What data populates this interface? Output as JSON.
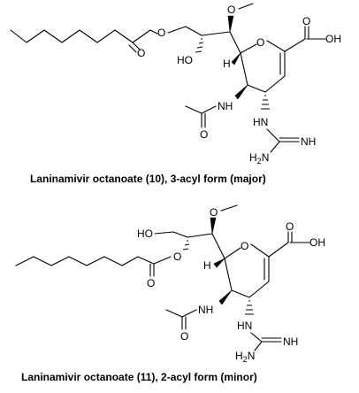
{
  "structures": [
    {
      "caption": "Laninamivir octanoate  (10), 3-acyl form (major)",
      "labels": {
        "ester_o": "O",
        "carbonyl_o": "O",
        "ho": "HO",
        "h": "H",
        "ring_o": "O",
        "methoxy_o": "O",
        "cooh_o": "O",
        "oh": "OH",
        "nh": "NH",
        "hn": "HN",
        "eq_nh": "NH",
        "amide_o": "O",
        "h2n_main": "H",
        "h2n_sub": "2",
        "h2n_n": "N"
      }
    },
    {
      "caption": "Laninamivir octanoate  (11), 2-acyl form (minor)",
      "labels": {
        "ho": "HO",
        "ester_o": "O",
        "carbonyl_o": "O",
        "h": "H",
        "ring_o": "O",
        "methoxy_o": "O",
        "cooh_o": "O",
        "oh": "OH",
        "nh": "NH",
        "hn": "HN",
        "eq_nh": "NH",
        "amide_o": "O",
        "h2n_main": "H",
        "h2n_sub": "2",
        "h2n_n": "N"
      }
    }
  ]
}
